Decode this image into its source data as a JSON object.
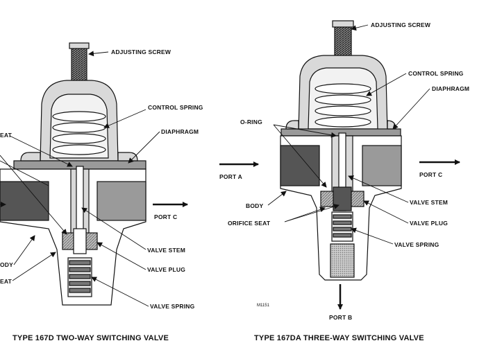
{
  "left_diagram": {
    "caption": "TYPE 167D TWO-WAY SWITCHING VALVE",
    "labels": {
      "adjusting_screw": "ADJUSTING SCREW",
      "control_spring": "CONTROL SPRING",
      "diaphragm": "DIAPHRAGM",
      "seat_top": "EAT",
      "port_c": "PORT C",
      "valve_stem": "VALVE STEM",
      "valve_plug": "VALVE PLUG",
      "valve_spring": "VALVE SPRING",
      "body": "ODY",
      "seat_bottom": "EAT"
    }
  },
  "right_diagram": {
    "caption": "TYPE 167DA THREE-WAY SWITCHING VALVE",
    "labels": {
      "adjusting_screw": "ADJUSTING SCREW",
      "control_spring": "CONTROL SPRING",
      "diaphragm": "DIAPHRAGM",
      "o_ring": "O-RING",
      "port_a": "PORT A",
      "port_c": "PORT C",
      "body": "BODY",
      "valve_stem": "VALVE STEM",
      "orifice_seat": "ORIFICE SEAT",
      "valve_plug": "VALVE PLUG",
      "valve_spring": "VALVE SPRING",
      "port_b": "PORT B",
      "figure_code": "M1151"
    }
  },
  "colors": {
    "line": "#111111",
    "light_gray": "#d9d9d9",
    "mid_gray": "#9a9a9a",
    "dark_gray": "#555555",
    "white": "#ffffff"
  }
}
